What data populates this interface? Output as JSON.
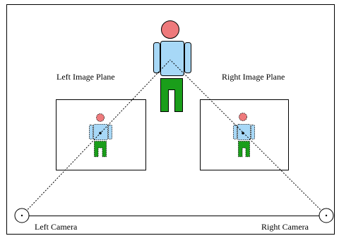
{
  "labels": {
    "left_image_plane": "Left Image Plane",
    "right_image_plane": "Right Image Plane",
    "left_camera": "Left Camera",
    "right_camera": "Right Camera"
  },
  "colors": {
    "head": "#ee7a7c",
    "torso": "#a7d8f7",
    "legs": "#1a9e1a",
    "stroke": "#000000",
    "background": "#ffffff"
  },
  "icons": {
    "person": "person-figure-icon",
    "camera": "camera-circle-icon"
  }
}
